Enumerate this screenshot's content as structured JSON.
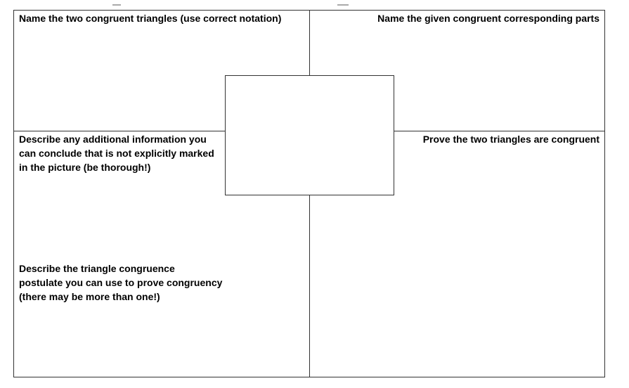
{
  "quadrants": {
    "top_left": {
      "lines": [
        "Name the two congruent triangles (use correct notation)"
      ]
    },
    "top_right": {
      "lines": [
        "Name the given congruent corresponding parts"
      ]
    },
    "middle_left": {
      "lines": [
        "Describe any additional information you",
        "can conclude that is not explicitly marked",
        "in the picture (be thorough!)"
      ]
    },
    "middle_right": {
      "lines": [
        "Prove the two triangles are congruent"
      ]
    },
    "bottom_left": {
      "lines": [
        "Describe the triangle congruence",
        "postulate you can use to prove congruency",
        "(there may be more than one!)"
      ]
    }
  }
}
